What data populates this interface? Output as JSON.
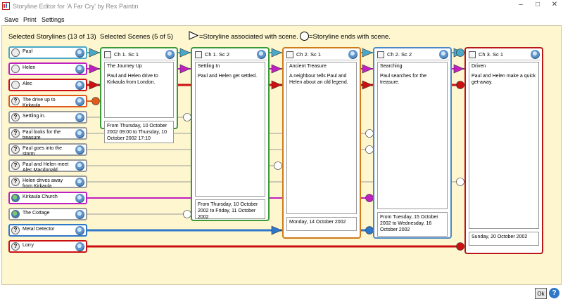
{
  "window": {
    "title": "Storyline Editor for 'A Far Cry' by Rex Paintin"
  },
  "menu": [
    "Save",
    "Print",
    "Settings"
  ],
  "headers": {
    "storylines": "Selected Storylines (13 of 13)",
    "scenes": "Selected Scenes (5 of 5)",
    "legend_associated": "=Storyline associated with scene.",
    "legend_ends": "=Storyline ends with scene."
  },
  "storylines": [
    {
      "label": "Paul",
      "color": "#4aa8c8",
      "icon": "person-icon"
    },
    {
      "label": "Helen",
      "color": "#c020c0",
      "icon": "person-icon"
    },
    {
      "label": "Alec",
      "color": "#cc1010",
      "icon": "person-icon"
    },
    {
      "label": "The drive up to Kirkaula",
      "color": "#e05a1a",
      "icon": "question-icon"
    },
    {
      "label": "Settling in.",
      "color": "#9a9a9a",
      "icon": "question-icon"
    },
    {
      "label": "Paul looks for the treasure",
      "color": "#9a9a9a",
      "icon": "question-icon"
    },
    {
      "label": "Paul goes into the storm",
      "color": "#9a9a9a",
      "icon": "question-icon"
    },
    {
      "label": "Paul and Helen meet Alec Macdonald",
      "color": "#9a9a9a",
      "icon": "question-icon"
    },
    {
      "label": "Helen drives away from Kirkaula",
      "color": "#9a9a9a",
      "icon": "question-icon"
    },
    {
      "label": "Kirkaula Church",
      "color": "#c020c0",
      "icon": "globe-icon"
    },
    {
      "label": "The Cottage",
      "color": "#9a9a9a",
      "icon": "globe-icon"
    },
    {
      "label": "Metal Detector",
      "color": "#2e77c9",
      "icon": "question-icon"
    },
    {
      "label": "Lorry",
      "color": "#cc1010",
      "icon": "question-icon"
    }
  ],
  "scenes": [
    {
      "title": "Ch 1. Sc 1",
      "border": "#3a9a3a",
      "subtitle": "The Journey Up",
      "summary": "Paul and Helen drive to Kirkaula from London.",
      "date": "From Thursday, 10 October 2002 09:00 to Thursday, 10 October 2002 17:10"
    },
    {
      "title": "Ch 1. Sc 2",
      "border": "#3a9a3a",
      "subtitle": "Settling In",
      "summary": "Paul and Helen get settled.",
      "date": "From Thursday, 10 October 2002 to Friday, 11 October 2002"
    },
    {
      "title": "Ch 2. Sc 1",
      "border": "#d07a18",
      "subtitle": "Ancient Treasure",
      "summary": "A neighbour tells Paul and Helen about an old legend.",
      "date": "Monday, 14 October 2002"
    },
    {
      "title": "Ch 2. Sc 2",
      "border": "#4a88c8",
      "subtitle": "Searching",
      "summary": "Paul searches for the treasure.",
      "date": "From Tuesday, 15 October 2002 to Wednesday, 16 October 2002"
    },
    {
      "title": "Ch 3. Sc 1",
      "border": "#b81818",
      "subtitle": "Driven",
      "summary": "Paul and Helen make a quick get-away.",
      "date": "Sunday, 20 October 2002"
    }
  ],
  "buttons": {
    "ok": "Ok",
    "help": "?"
  }
}
